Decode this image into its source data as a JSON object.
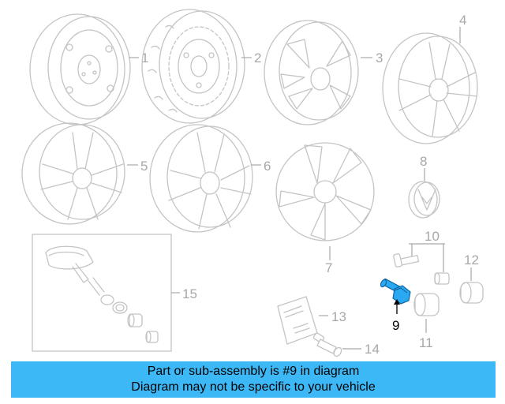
{
  "callouts": {
    "c1": "1",
    "c2": "2",
    "c3": "3",
    "c4": "4",
    "c5": "5",
    "c6": "6",
    "c7": "7",
    "c8": "8",
    "c9": "9",
    "c10": "10",
    "c11": "11",
    "c12": "12",
    "c13": "13",
    "c14": "14",
    "c15": "15"
  },
  "highlighted_part": "9",
  "colors": {
    "highlight": "#29a9f2",
    "banner": "#3db8f6",
    "line_art": "#c4c4c4"
  },
  "banner": {
    "line1": "Part or sub-assembly is #9 in diagram",
    "line2": "Diagram may not be specific to your vehicle"
  }
}
